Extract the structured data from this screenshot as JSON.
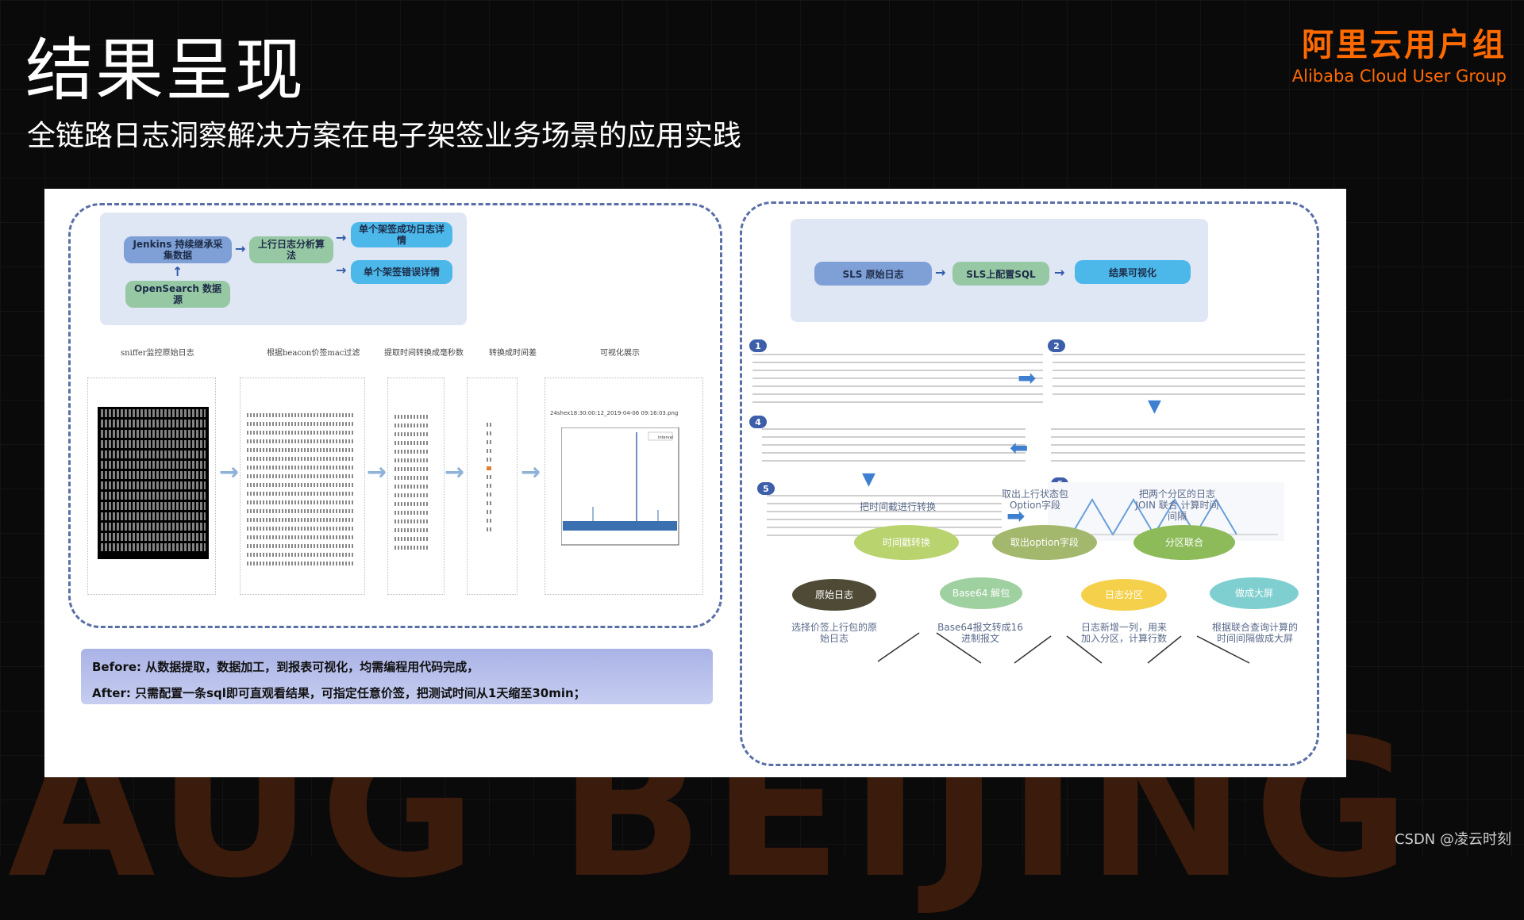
{
  "header": {
    "title": "结果呈现",
    "subtitle": "全链路日志洞察解决方案在电子架签业务场景的应用实践",
    "brand_cn": "阿里云用户组",
    "brand_en": "Alibaba Cloud User Group"
  },
  "watermark": "AUG BEIJING",
  "footer": {
    "csdn": "CSDN @凌云时刻"
  },
  "left": {
    "flow": {
      "jenkins": "Jenkins 持续继承采集数据",
      "opensearch": "OpenSearch 数据源",
      "upstream": "上行日志分析算法",
      "success": "单个架签成功日志详情",
      "error": "单个架签错误详情"
    },
    "stages": [
      "sniffer监控原始日志",
      "根据beacon价签mac过滤",
      "提取时间转换成毫秒数",
      "转换成时间差",
      "可视化展示"
    ],
    "chart_caption": "24shex18:30:00:12_2019-04-06 09:16:03.png",
    "chart_legend": "interval",
    "note": {
      "before": "Before: 从数据提取，数据加工，到报表可视化，均需编程用代码完成，",
      "after": "After: 只需配置一条sql即可直观看结果，可指定任意价签，把测试时间从1天缩至30min；"
    }
  },
  "right": {
    "sls": [
      "SLS 原始日志",
      "SLS上配置SQL",
      "结果可视化"
    ],
    "badges": [
      "1",
      "2",
      "4",
      "5",
      "6"
    ],
    "clouds": {
      "raw": "原始日志",
      "time": "时间戳转换",
      "base64": "Base64 解包",
      "option": "取出option字段",
      "log_part": "日志分区",
      "part_join": "分区联合",
      "bigscreen": "做成大屏"
    },
    "captions": {
      "time": "把时间截进行转换",
      "option": "取出上行状态包Option字段",
      "join": "把两个分区的日志 JOIN 联合 计算时间间隔",
      "raw": "选择价签上行包的原始日志",
      "base64": "Base64报文转成16进制报文",
      "log_part": "日志新增一列，用来加入分区，计算行数",
      "bigscreen": "根据联合查询计算的时间间隔做成大屏"
    }
  }
}
